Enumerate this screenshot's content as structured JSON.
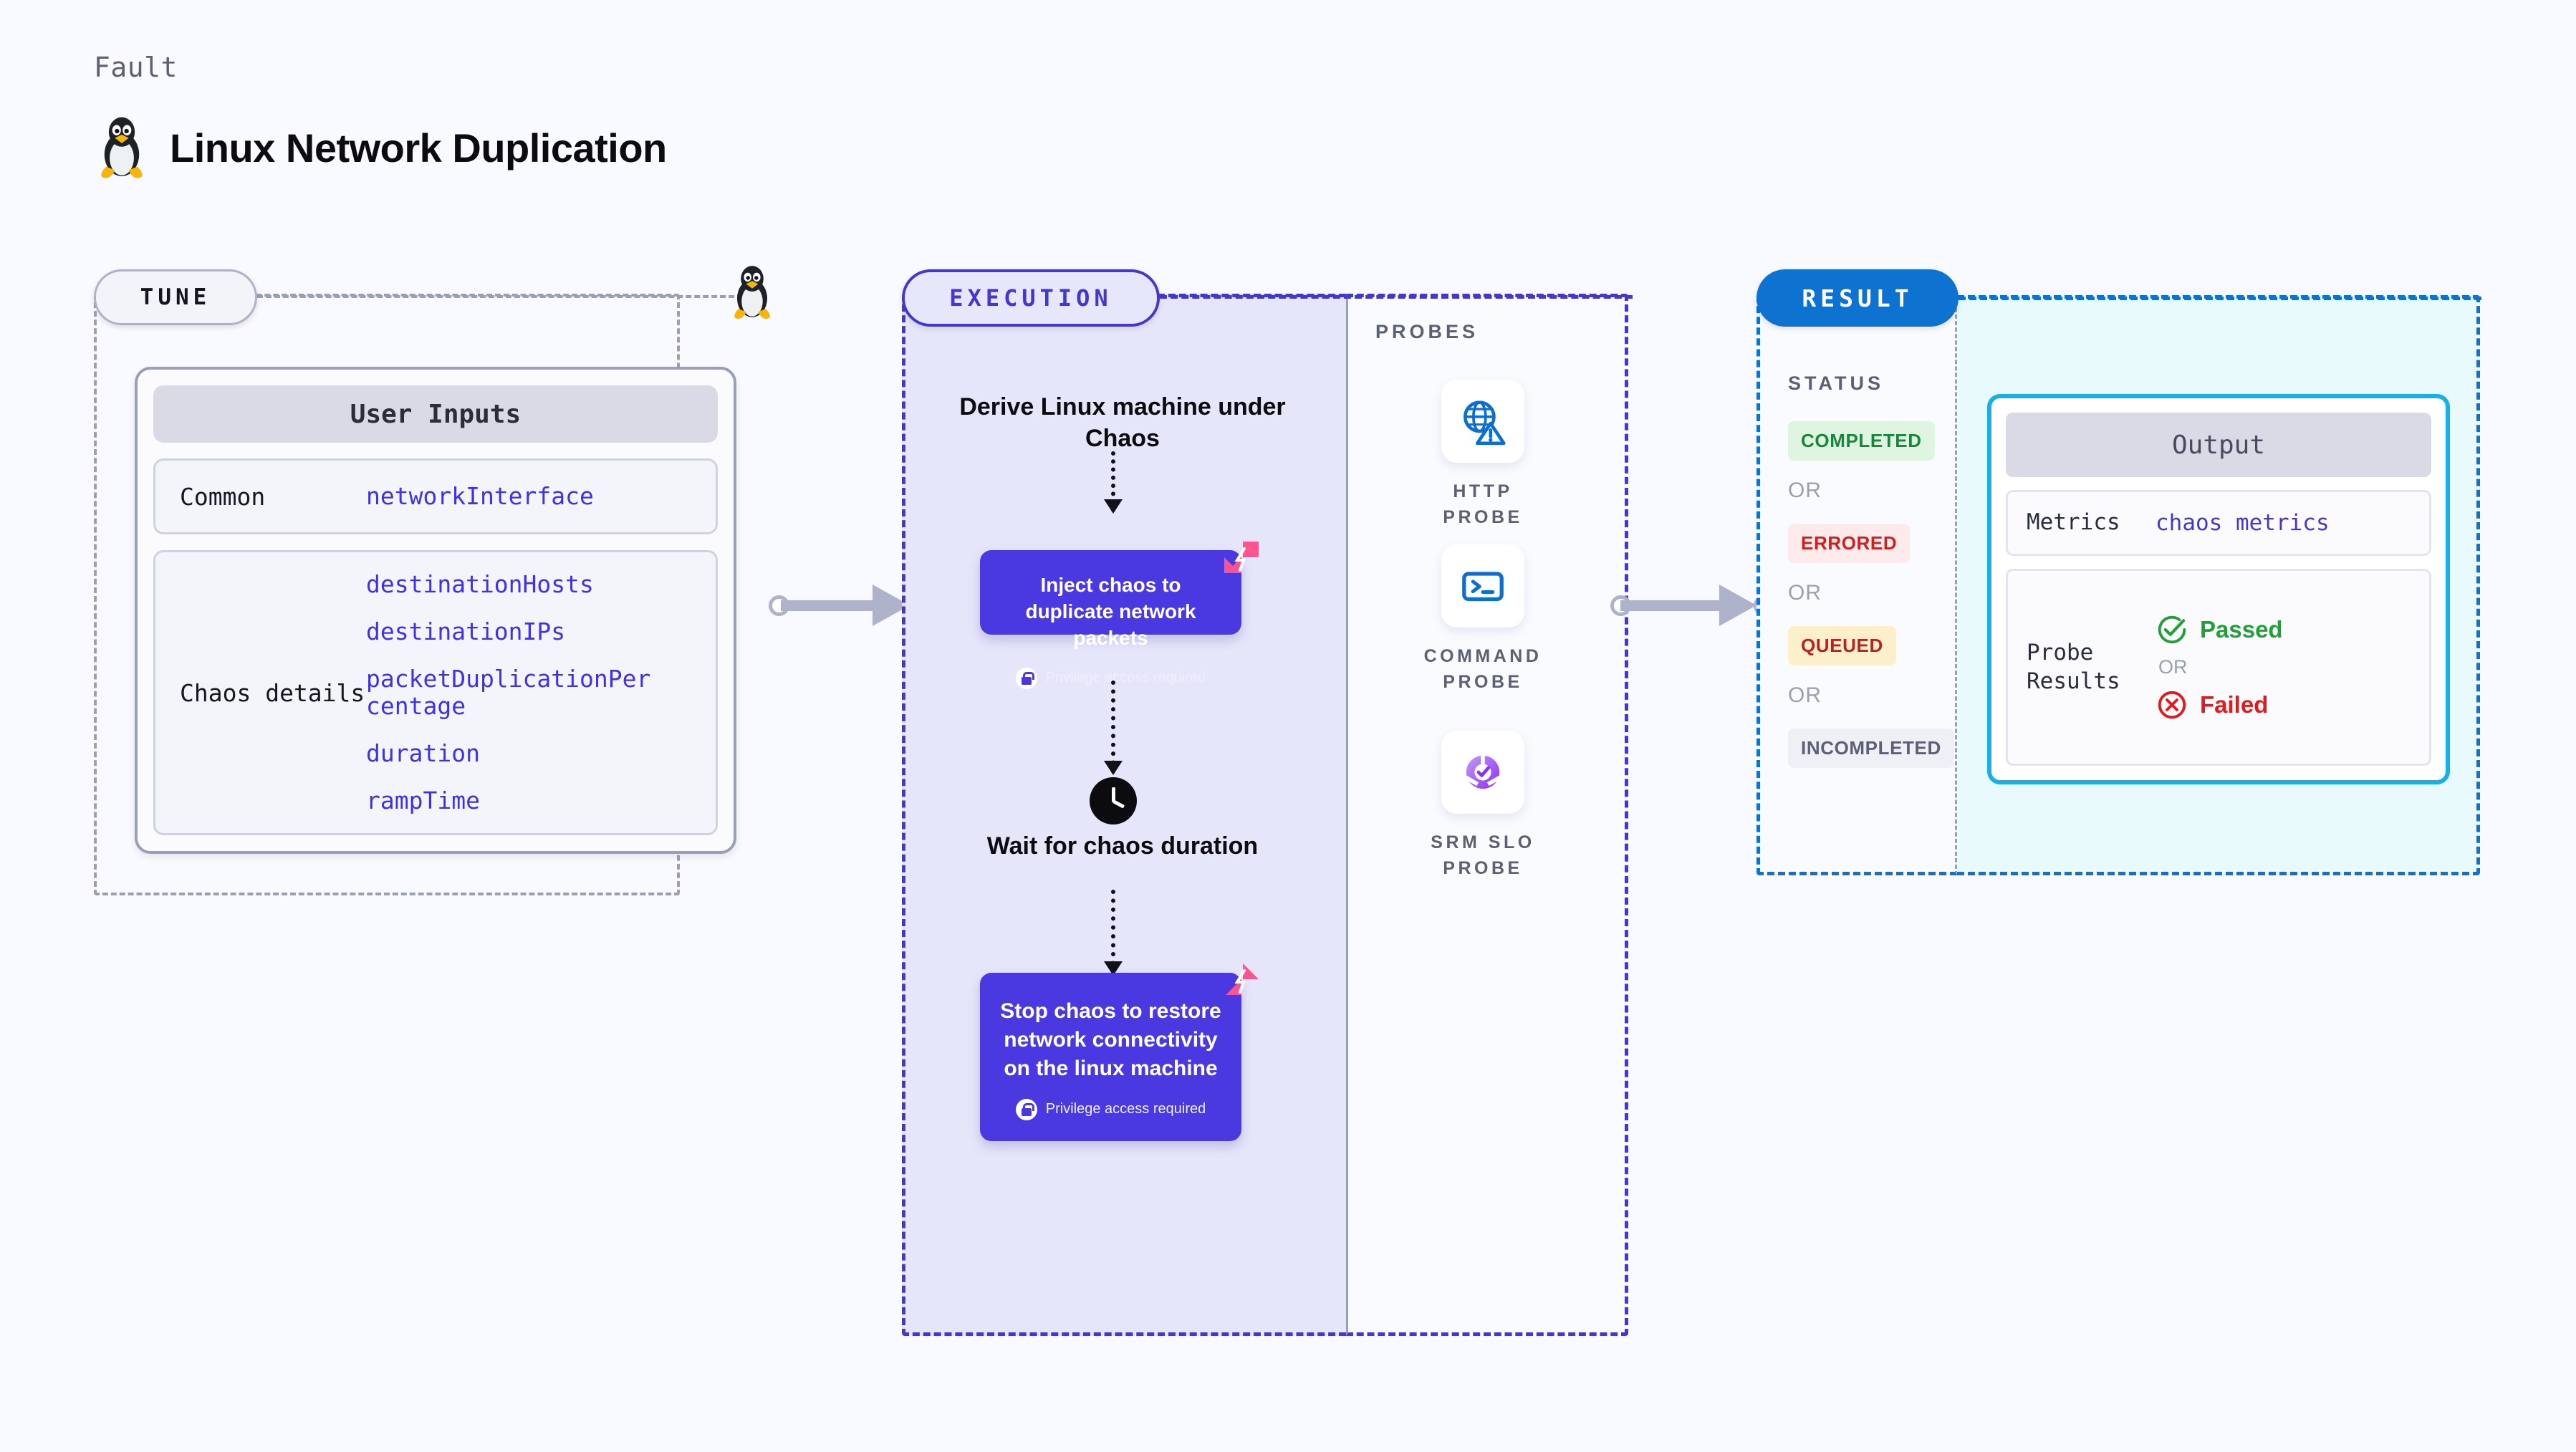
{
  "header": {
    "kicker": "Fault",
    "title": "Linux Network Duplication",
    "icon": "linux-tux-icon"
  },
  "tune": {
    "badge": "TUNE",
    "card_title": "User Inputs",
    "rows": [
      {
        "key": "Common",
        "values": [
          "networkInterface"
        ]
      },
      {
        "key": "Chaos details",
        "values": [
          "destinationHosts",
          "destinationIPs",
          "packetDuplicationPercentage",
          "duration",
          "rampTime"
        ]
      }
    ]
  },
  "execution": {
    "badge": "EXECUTION",
    "steps": [
      {
        "type": "label",
        "text": "Derive Linux machine under Chaos"
      },
      {
        "type": "card",
        "title": "Inject chaos to duplicate network packets",
        "privilege": "Privilege access required"
      },
      {
        "type": "label",
        "text": "Wait for chaos duration",
        "icon": "clock-icon"
      },
      {
        "type": "card",
        "title": "Stop chaos to restore network connectivity on the linux machine",
        "privilege": "Privilege access required"
      }
    ]
  },
  "probes": {
    "title": "PROBES",
    "items": [
      {
        "name": "HTTP PROBE",
        "icon": "globe-warning-icon"
      },
      {
        "name": "COMMAND PROBE",
        "icon": "terminal-icon"
      },
      {
        "name": "SRM SLO PROBE",
        "icon": "donut-check-icon"
      }
    ]
  },
  "result": {
    "badge": "RESULT",
    "status_title": "STATUS",
    "or_label": "OR",
    "statuses": [
      {
        "label": "COMPLETED",
        "color": "#16883b",
        "bg": "#dff5e1"
      },
      {
        "label": "ERRORED",
        "color": "#cf2020",
        "bg": "#fdeaea"
      },
      {
        "label": "QUEUED",
        "color": "#b32424",
        "bg": "#fcf0cc"
      },
      {
        "label": "INCOMPLETED",
        "color": "#5b6074",
        "bg": "#eef0f6"
      }
    ]
  },
  "output": {
    "title": "Output",
    "metrics_key": "Metrics",
    "metrics_value": "chaos metrics",
    "probe_results_key": "Probe Results",
    "passed": "Passed",
    "failed": "Failed",
    "or_label": "OR"
  },
  "colors": {
    "background": "#f9faff",
    "tune_border": "#9aa0b4",
    "execution": "#4338ca",
    "execution_fill": "#e6e6fa",
    "chaos_card": "#4a38e0",
    "result": "#0d72d0",
    "output_fill": "#e9fafd",
    "output_card_border": "#17b0e8",
    "mono_blue": "#3f31e8",
    "fault_badge": "#f9548f"
  }
}
